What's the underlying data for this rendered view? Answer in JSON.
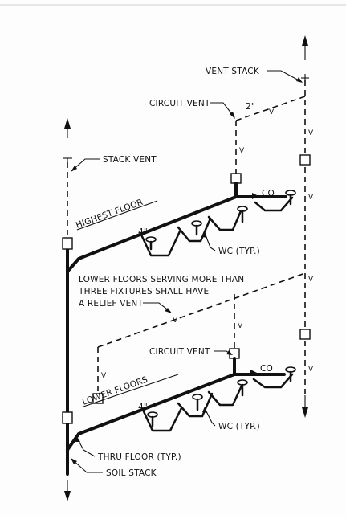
{
  "labels": {
    "vent_stack": "VENT STACK",
    "circuit_vent_upper": "CIRCUIT VENT",
    "size_2in": "2\"",
    "stack_vent": "STACK VENT",
    "highest_floor": "HIGHEST FLOOR",
    "co_upper": "CO",
    "size_4in_upper": "4\"",
    "wc_upper": "WC (TYP.)",
    "note_line1": "LOWER FLOORS SERVING MORE THAN",
    "note_line2": "THREE FIXTURES SHALL HAVE",
    "note_line3": "A RELIEF VENT",
    "circuit_vent_lower": "CIRCUIT VENT",
    "lower_floors": "LOWER FLOORS",
    "co_lower": "CO",
    "size_4in_lower": "4\"",
    "wc_lower": "WC (TYP.)",
    "thru_floor": "THRU FLOOR (TYP.)",
    "soil_stack": "SOIL STACK"
  },
  "vent_mark": "V"
}
